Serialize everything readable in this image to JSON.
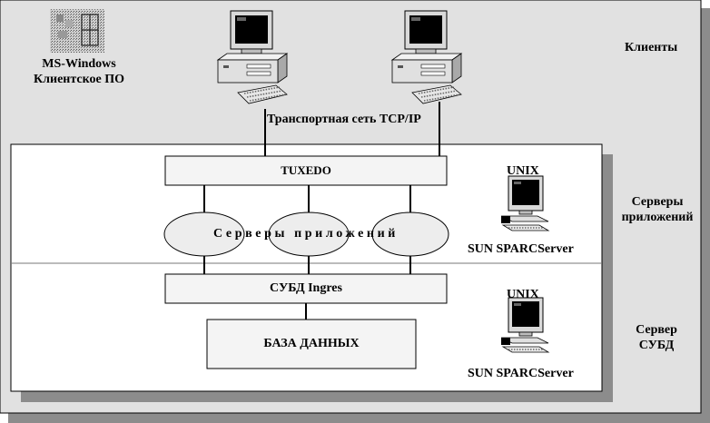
{
  "diagram": {
    "os_label_line1": "MS-Windows",
    "os_label_line2": "Клиентское ПО",
    "network_label": "Транспортная сеть TCP/IP",
    "clients_label": "Клиенты",
    "app_servers_label_line1": "Серверы",
    "app_servers_label_line2": "приложений",
    "db_server_label_line1": "Сервер",
    "db_server_label_line2": "СУБД",
    "tuxedo_label": "TUXEDO",
    "app_ellipses_label": "Серверы приложений",
    "dbms_label": "СУБД Ingres",
    "database_label": "БАЗА ДАННЫХ",
    "unix_label_1": "UNIX",
    "sun_label_1": "SUN SPARCServer",
    "unix_label_2": "UNIX",
    "sun_label_2": "SUN SPARCServer"
  },
  "icons": [
    "windows-logo-icon",
    "desktop-computer-icon",
    "workstation-icon"
  ],
  "colors": {
    "outer_panel": "#e1e1e1",
    "shadow": "#8c8c8c",
    "inner_panel": "#ffffff",
    "ellipse_fill": "#ededed",
    "line": "#000000"
  }
}
